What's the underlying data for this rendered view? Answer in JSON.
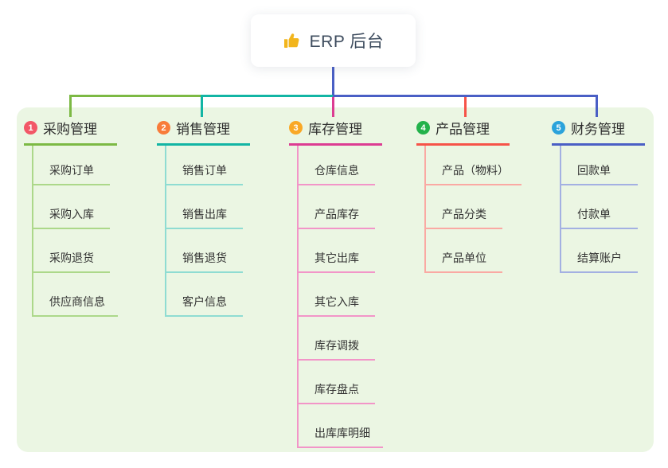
{
  "root": {
    "title": "ERP 后台",
    "icon": "thumbs-up-icon"
  },
  "palette": {
    "canvas_panel": "#ebf6e3",
    "root_line": "#4a5fc5",
    "branch_line_colors": [
      "#7cb944",
      "#12b5a4",
      "#dc3c92",
      "#f65348",
      "#4a5fc5"
    ],
    "branch_sub_line_colors": [
      "#acd88a",
      "#8fdcd2",
      "#f295c8",
      "#faa9a3",
      "#a3b0e2"
    ],
    "badge_colors": [
      "#f25767",
      "#f87c3a",
      "#f9a826",
      "#23b24b",
      "#2ba3db"
    ],
    "thumb_icon_color": "#f2b51d"
  },
  "branches": [
    {
      "num": "1",
      "label": "采购管理",
      "items": [
        "采购订单",
        "采购入库",
        "采购退货",
        "供应商信息"
      ]
    },
    {
      "num": "2",
      "label": "销售管理",
      "items": [
        "销售订单",
        "销售出库",
        "销售退货",
        "客户信息"
      ]
    },
    {
      "num": "3",
      "label": "库存管理",
      "items": [
        "仓库信息",
        "产品库存",
        "其它出库",
        "其它入库",
        "库存调拨",
        "库存盘点",
        "出库库明细"
      ]
    },
    {
      "num": "4",
      "label": "产品管理",
      "items": [
        "产品（物料）",
        "产品分类",
        "产品单位"
      ]
    },
    {
      "num": "5",
      "label": "财务管理",
      "items": [
        "回款单",
        "付款单",
        "结算账户"
      ]
    }
  ]
}
